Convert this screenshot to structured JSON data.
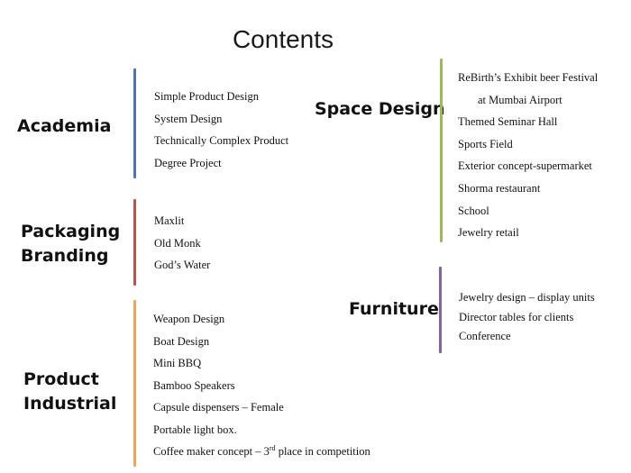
{
  "title": "Contents",
  "colors": {
    "academia": "#4a76b8",
    "packaging": "#c0504d",
    "product": "#f2a35a",
    "space": "#9bbb59",
    "furniture": "#8064a2"
  },
  "academia": {
    "heading": "Academia",
    "items": [
      "Simple Product Design",
      "System Design",
      "Technically  Complex Product",
      "Degree Project"
    ]
  },
  "packaging": {
    "heading_line1": "Packaging",
    "heading_line2": "Branding",
    "items": [
      "Maxlit",
      "Old Monk",
      "God’s Water"
    ]
  },
  "product": {
    "heading_line1": "Product",
    "heading_line2": "Industrial",
    "items": [
      "Weapon Design",
      "Boat Design",
      "Mini  BBQ",
      "Bamboo Speakers",
      "Capsule dispensers – Female",
      "Portable light  box."
    ],
    "last_item_pre": "Coffee maker concept – 3",
    "last_item_sup": "rd",
    "last_item_post": " place in competition"
  },
  "space": {
    "heading": "Space Design",
    "items": [
      "ReBirth’s Exhibit  beer Festival",
      "at Mumbai Airport",
      "Themed Seminar Hall",
      "Sports Field",
      "Exterior  concept-supermarket",
      "Shorma restaurant",
      "School",
      "Jewelry  retail"
    ]
  },
  "furniture": {
    "heading": "Furniture",
    "items": [
      "Jewelry  design – display units",
      "Director tables for clients",
      "Conference"
    ]
  }
}
